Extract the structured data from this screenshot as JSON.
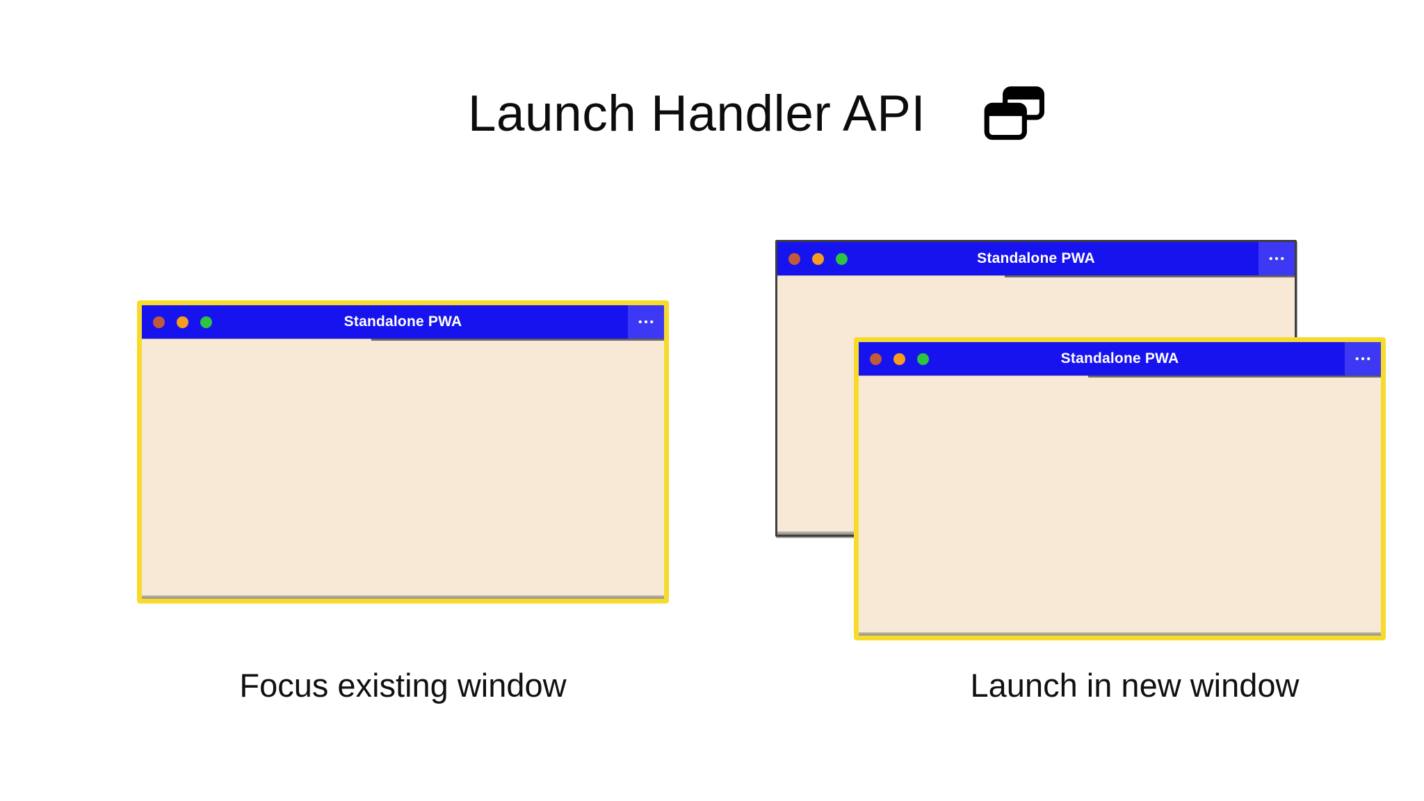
{
  "header": {
    "title": "Launch Handler API",
    "icon": "overlapping-windows-icon"
  },
  "panels": {
    "left": {
      "caption": "Focus existing window",
      "window": {
        "title": "Standalone PWA",
        "menu": "•••"
      }
    },
    "right": {
      "caption": "Launch in new window",
      "back_window": {
        "title": "Standalone PWA",
        "menu": "•••"
      },
      "front_window": {
        "title": "Standalone PWA",
        "menu": "•••"
      }
    }
  },
  "colors": {
    "titlebar_blue": "#1713ee",
    "menu_button_blue": "#3c38f3",
    "window_body_cream": "#f8e9d7",
    "focused_border_yellow": "#f6db2c",
    "background_window_border_gray": "#3f3e3c",
    "traffic_light_close": "#bf5b3a",
    "traffic_light_minimize": "#f79c1c",
    "traffic_light_zoom": "#2dc441",
    "title_text": "#ffffff",
    "heading_text": "#0c0c0c"
  }
}
